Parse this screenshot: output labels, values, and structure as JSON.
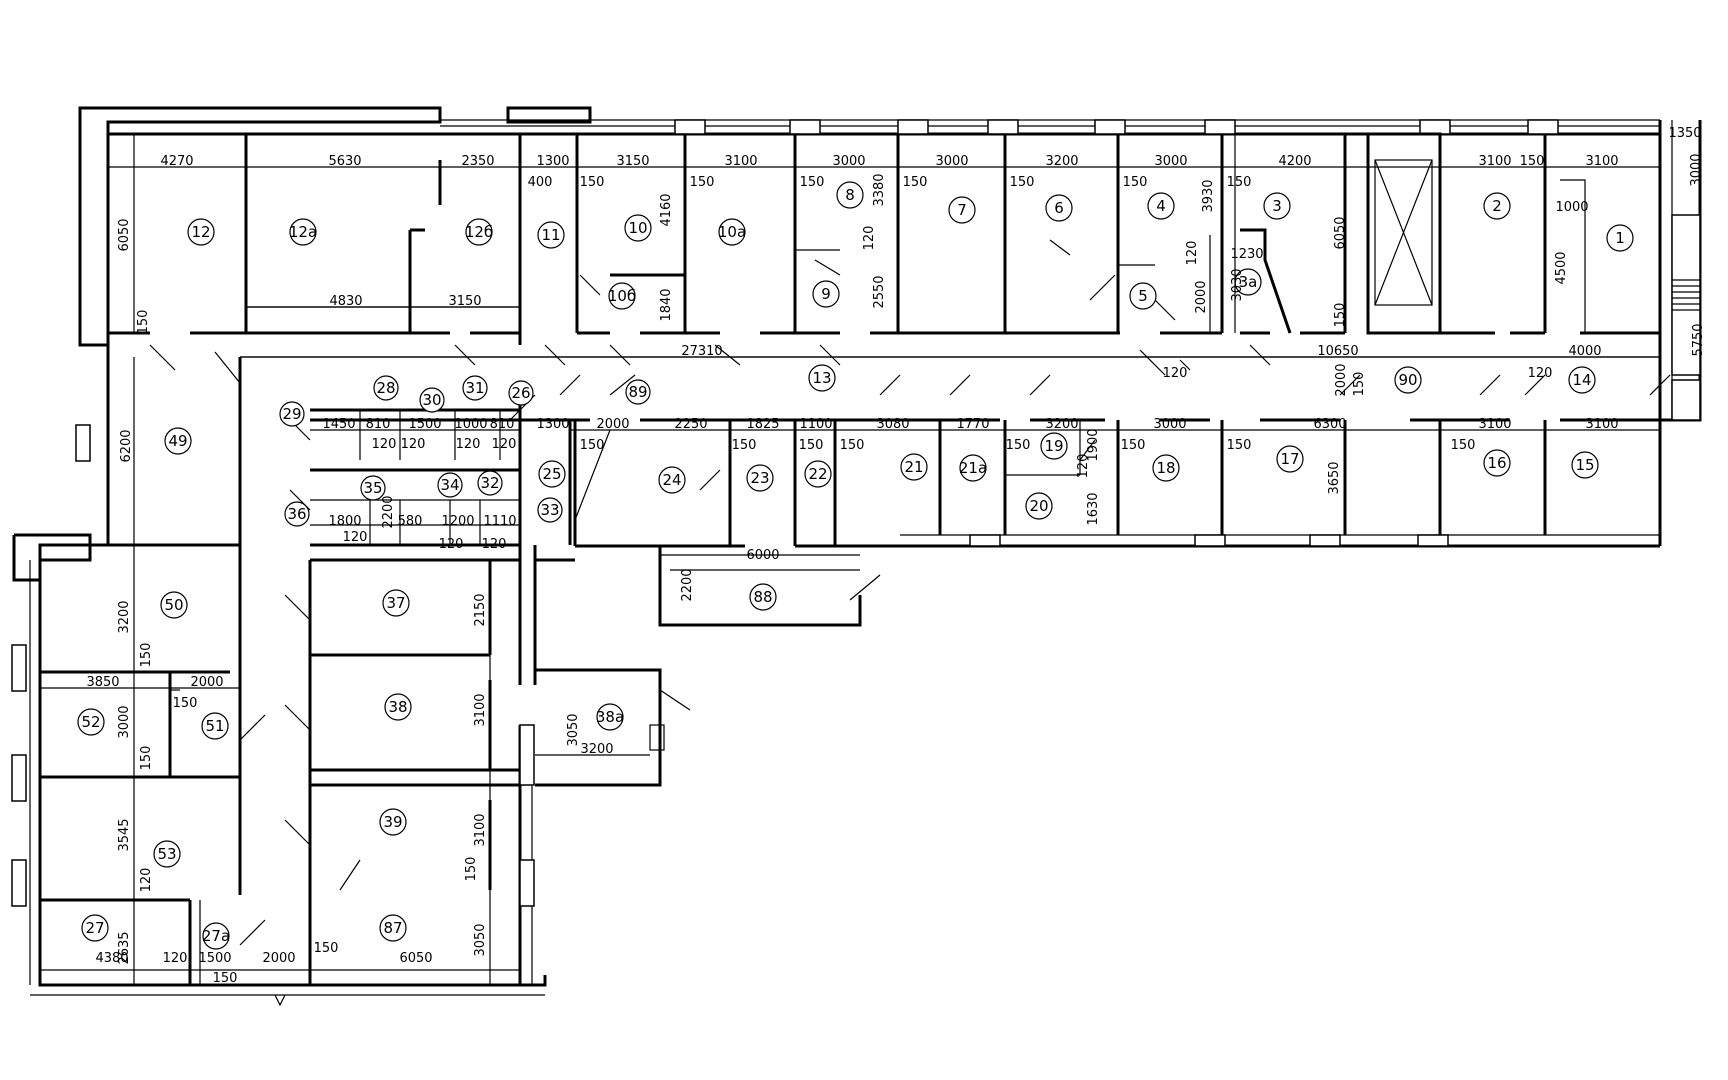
{
  "rooms": [
    {
      "id": "1",
      "label": "1"
    },
    {
      "id": "2",
      "label": "2"
    },
    {
      "id": "3",
      "label": "3"
    },
    {
      "id": "3a",
      "label": "3а"
    },
    {
      "id": "4",
      "label": "4"
    },
    {
      "id": "5",
      "label": "5"
    },
    {
      "id": "6",
      "label": "6"
    },
    {
      "id": "7",
      "label": "7"
    },
    {
      "id": "8",
      "label": "8"
    },
    {
      "id": "9",
      "label": "9"
    },
    {
      "id": "10",
      "label": "10"
    },
    {
      "id": "10a",
      "label": "10а"
    },
    {
      "id": "10b",
      "label": "10б"
    },
    {
      "id": "11",
      "label": "11"
    },
    {
      "id": "12",
      "label": "12"
    },
    {
      "id": "12a",
      "label": "12а"
    },
    {
      "id": "12b",
      "label": "12б"
    },
    {
      "id": "13",
      "label": "13"
    },
    {
      "id": "14",
      "label": "14"
    },
    {
      "id": "15",
      "label": "15"
    },
    {
      "id": "16",
      "label": "16"
    },
    {
      "id": "17",
      "label": "17"
    },
    {
      "id": "18",
      "label": "18"
    },
    {
      "id": "19",
      "label": "19"
    },
    {
      "id": "20",
      "label": "20"
    },
    {
      "id": "21",
      "label": "21"
    },
    {
      "id": "21a",
      "label": "21а"
    },
    {
      "id": "22",
      "label": "22"
    },
    {
      "id": "23",
      "label": "23"
    },
    {
      "id": "24",
      "label": "24"
    },
    {
      "id": "25",
      "label": "25"
    },
    {
      "id": "26",
      "label": "26"
    },
    {
      "id": "27",
      "label": "27"
    },
    {
      "id": "27a",
      "label": "27а"
    },
    {
      "id": "28",
      "label": "28"
    },
    {
      "id": "29",
      "label": "29"
    },
    {
      "id": "30",
      "label": "30"
    },
    {
      "id": "31",
      "label": "31"
    },
    {
      "id": "32",
      "label": "32"
    },
    {
      "id": "33",
      "label": "33"
    },
    {
      "id": "34",
      "label": "34"
    },
    {
      "id": "35",
      "label": "35"
    },
    {
      "id": "36",
      "label": "36"
    },
    {
      "id": "37",
      "label": "37"
    },
    {
      "id": "38",
      "label": "38"
    },
    {
      "id": "38a",
      "label": "38а"
    },
    {
      "id": "39",
      "label": "39"
    },
    {
      "id": "49",
      "label": "49"
    },
    {
      "id": "50",
      "label": "50"
    },
    {
      "id": "51",
      "label": "51"
    },
    {
      "id": "52",
      "label": "52"
    },
    {
      "id": "53",
      "label": "53"
    },
    {
      "id": "87",
      "label": "87"
    },
    {
      "id": "88",
      "label": "88"
    },
    {
      "id": "89",
      "label": "89"
    },
    {
      "id": "90",
      "label": "90"
    }
  ],
  "dimensions": [
    "4270",
    "5630",
    "2350",
    "1300",
    "3150",
    "3100",
    "3000",
    "3000",
    "3200",
    "3000",
    "4200",
    "3100",
    "150",
    "3100",
    "1350",
    "3000",
    "6050",
    "4830",
    "3150",
    "400",
    "150",
    "150",
    "150",
    "150",
    "150",
    "150",
    "150",
    "4160",
    "1840",
    "3380",
    "120",
    "2550",
    "3930",
    "120",
    "2000",
    "1230",
    "3030",
    "6050",
    "150",
    "1000",
    "4500",
    "5750",
    "150",
    "27310",
    "10650",
    "4000",
    "120",
    "2000",
    "120",
    "150",
    "6200",
    "1450",
    "810",
    "1500",
    "1000",
    "810",
    "120",
    "120",
    "120",
    "120",
    "1300",
    "2000",
    "2250",
    "1825",
    "1100",
    "3080",
    "1770",
    "3200",
    "3000",
    "6300",
    "3100",
    "3100",
    "150",
    "150",
    "150",
    "150",
    "1900",
    "120",
    "1630",
    "150",
    "150",
    "150",
    "3650",
    "150",
    "1800",
    "2200",
    "580",
    "1200",
    "1110",
    "120",
    "120",
    "120",
    "6000",
    "2200",
    "3200",
    "150",
    "3850",
    "2000",
    "150",
    "3000",
    "150",
    "2150",
    "3100",
    "3050",
    "3200",
    "3545",
    "120",
    "3100",
    "150",
    "4380",
    "2635",
    "120",
    "1500",
    "2000",
    "150",
    "6050",
    "3050",
    "150"
  ]
}
